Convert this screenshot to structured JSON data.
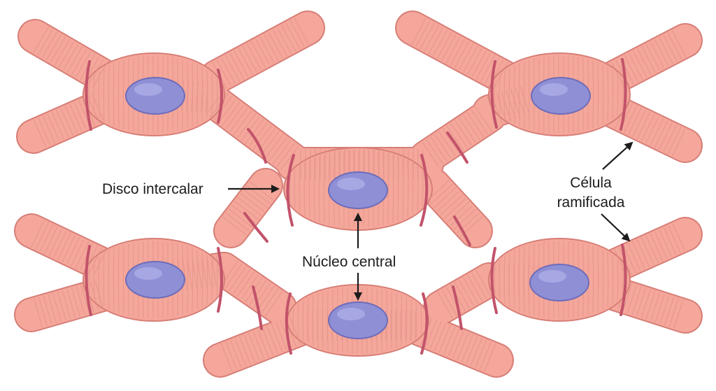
{
  "colors": {
    "cell_fill": "#f4a79a",
    "cell_outline": "#d77e77",
    "cell_highlight": "#fac3b8",
    "striation": "#dd8d87",
    "intercalated_disc": "#c2536a",
    "nucleus_fill": "#8f8fd6",
    "nucleus_outline": "#6e6cb9",
    "nucleus_highlight": "#b7b7ec",
    "arrow": "#1c1c1c",
    "text": "#1c1c1c",
    "background": "#ffffff"
  },
  "labels": {
    "intercalated_disc": "Disco intercalar",
    "central_nucleus": "Núcleo central",
    "branched_cell_line1": "Célula",
    "branched_cell_line2": "ramificada"
  }
}
